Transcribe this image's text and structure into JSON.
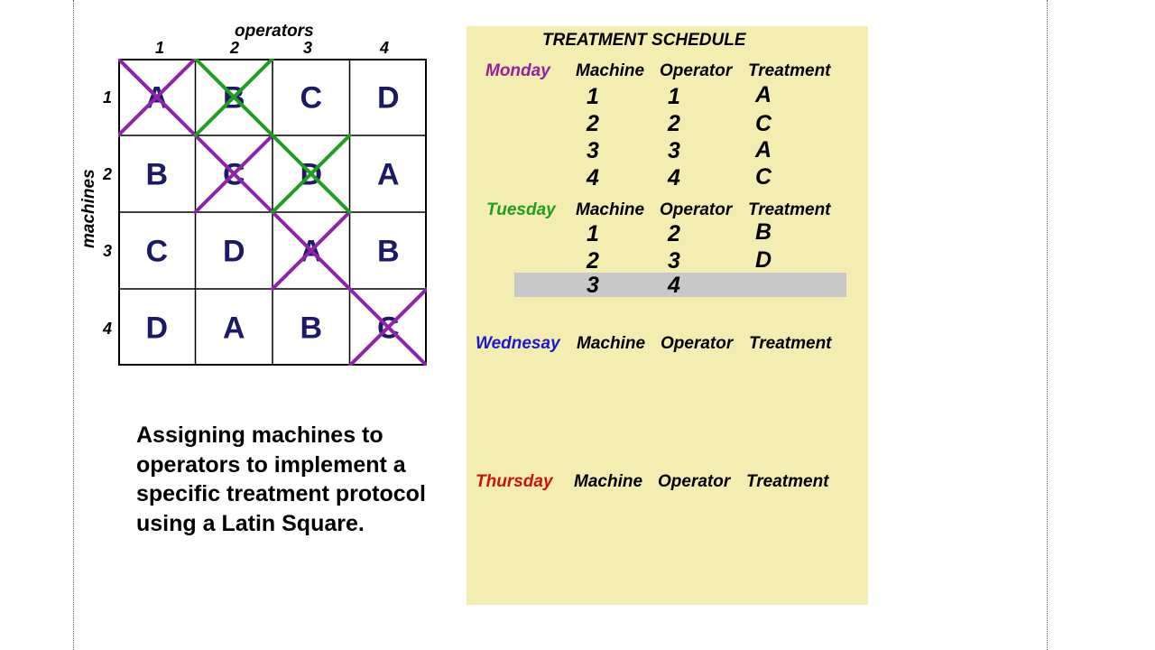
{
  "square": {
    "operators_label": "operators",
    "machines_label": "machines",
    "column_numbers": [
      "1",
      "2",
      "3",
      "4"
    ],
    "row_numbers": [
      "1",
      "2",
      "3",
      "4"
    ],
    "cells": [
      [
        "A",
        "B",
        "C",
        "D"
      ],
      [
        "B",
        "C",
        "D",
        "A"
      ],
      [
        "C",
        "D",
        "A",
        "B"
      ],
      [
        "D",
        "A",
        "B",
        "C"
      ]
    ],
    "crossed_purple": [
      [
        0,
        0
      ],
      [
        1,
        1
      ],
      [
        2,
        2
      ],
      [
        3,
        3
      ]
    ],
    "crossed_green": [
      [
        0,
        1
      ],
      [
        1,
        2
      ]
    ],
    "colors": {
      "letter": "#1a1a66",
      "purple": "#8e24aa",
      "green": "#1e9e1e"
    }
  },
  "description": "Assigning machines to operators to implement a specific treatment protocol using a Latin Square.",
  "schedule": {
    "title": "TREATMENT SCHEDULE",
    "col_machine": "Machine",
    "col_operator": "Operator",
    "col_treatment": "Treatment",
    "days": [
      {
        "name": "Monday",
        "color": "#9a1e9a",
        "rows": [
          {
            "machine": "1",
            "operator": "1",
            "treatment": "A"
          },
          {
            "machine": "2",
            "operator": "2",
            "treatment": "C"
          },
          {
            "machine": "3",
            "operator": "3",
            "treatment": "A"
          },
          {
            "machine": "4",
            "operator": "4",
            "treatment": "C"
          }
        ]
      },
      {
        "name": "Tuesday",
        "color": "#1e9e1e",
        "rows": [
          {
            "machine": "1",
            "operator": "2",
            "treatment": "B"
          },
          {
            "machine": "2",
            "operator": "3",
            "treatment": "D"
          },
          {
            "machine": "3",
            "operator": "4",
            "treatment": ""
          }
        ]
      },
      {
        "name": "Wednesay",
        "color": "#1a1acc",
        "rows": []
      },
      {
        "name": "Thursday",
        "color": "#cc1111",
        "rows": []
      }
    ],
    "highlight_color": "#c8c8c8",
    "panel_color": "#f3edb1"
  }
}
